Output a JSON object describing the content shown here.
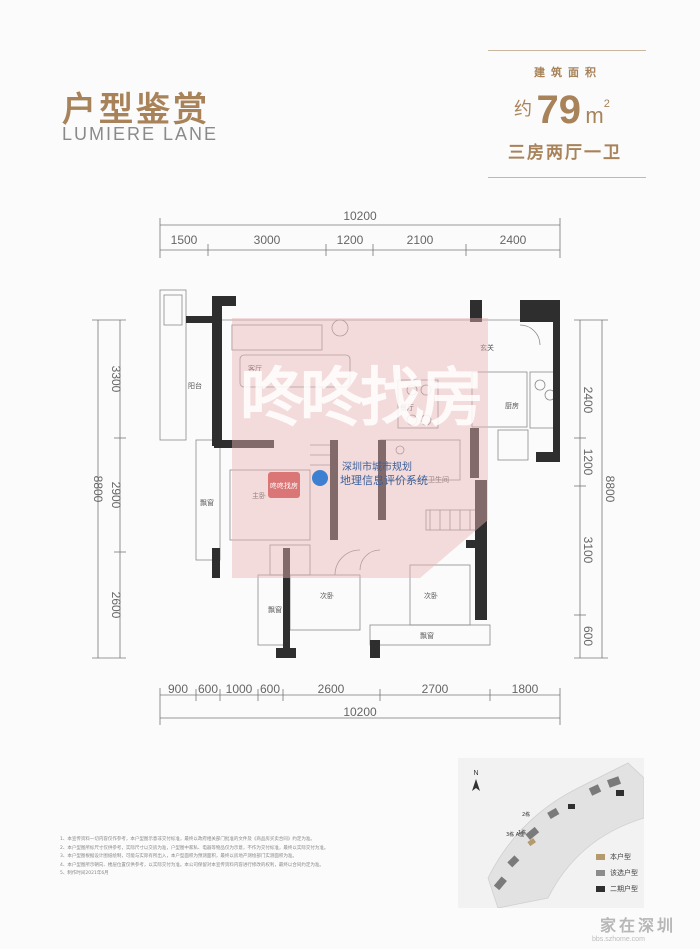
{
  "header": {
    "title_cn": "户型鉴赏",
    "title_en": "LUMIERE LANE"
  },
  "area_box": {
    "label": "建筑面积",
    "prefix": "约",
    "value": "79",
    "unit": "m",
    "unit_sup": "2",
    "layout": "三房两厅一卫"
  },
  "dimensions": {
    "top_total": "10200",
    "top_segments": [
      "1500",
      "3000",
      "1200",
      "2100",
      "2400"
    ],
    "bottom_total": "10200",
    "bottom_segments": [
      "900",
      "600",
      "1000",
      "600",
      "2600",
      "2700",
      "1800"
    ],
    "left_total": "8800",
    "left_segments": [
      "3300",
      "2900",
      "2600"
    ],
    "right_total": "8800",
    "right_segments": [
      "2400",
      "1200",
      "3100",
      "600"
    ]
  },
  "rooms": {
    "balcony": "阳台",
    "living": "客厅",
    "entry": "玄关",
    "dining": "餐厅",
    "kitchen": "厨房",
    "master": "主卧",
    "bay_master": "飘窗",
    "bath": "卫生间",
    "second_1": "次卧",
    "bay_second_1": "飘窗",
    "second_2": "次卧",
    "bay_second_2": "飘窗"
  },
  "watermark": {
    "big": "咚咚找房",
    "badge": "咚咚找房",
    "line1": "深圳市城市规划",
    "line2": "地理信息评价系统"
  },
  "notes": [
    "1、本宣传资料一切内容仅作参考，本户型图示意非交付标准，最终以政府相关部门批准的文件及《商品房买卖合同》约定为准。",
    "2、本户型图所标尺寸仅供参考，实际尺寸以交房为准，户型图中家私、电器等物品仅为示意，不作为交付标准，最终以实际交付为准。",
    "3、本户型图根据设计图纸绘制，可能与实际有所出入，本户型面积为预测面积，最终以房地产测绘部门实测面积为准。",
    "4、本户型图所示朝向、楼层位置仅供参考，以实际交付为准。本公司保留对本宣传资料内容进行修改的权利，最终以合同约定为准。",
    "5、制作时间2021年6月"
  ],
  "site_map": {
    "north": "N",
    "labels": [
      "2栋",
      "3栋 A座",
      "1栋"
    ]
  },
  "legend": [
    {
      "label": "本户型",
      "color": "#b49a6c"
    },
    {
      "label": "该选户型",
      "color": "#8c8c8c"
    },
    {
      "label": "二期户型",
      "color": "#2f2f2f"
    }
  ],
  "footer": {
    "brand": "家在深圳",
    "url": "bbs.szhome.com"
  }
}
